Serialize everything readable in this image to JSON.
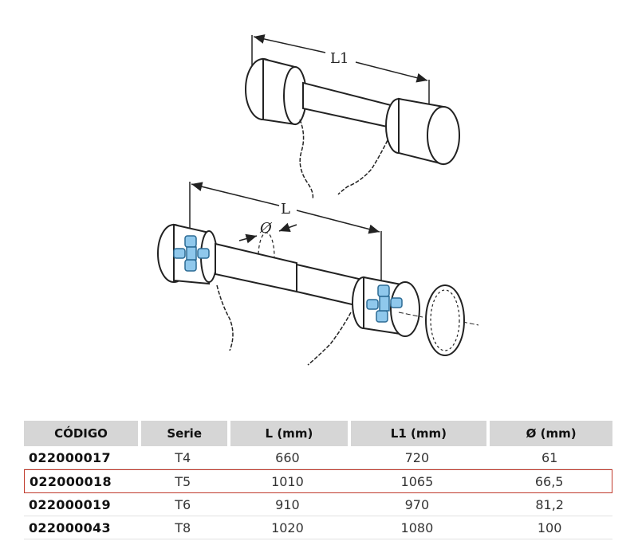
{
  "figure": {
    "top_dimension_label": "L1",
    "bottom_dimension_label": "L",
    "diameter_label": "Ø"
  },
  "table": {
    "headers": [
      "CÓDIGO",
      "Serie",
      "L (mm)",
      "L1 (mm)",
      "Ø (mm)"
    ],
    "rows": [
      {
        "code": "022000017",
        "serie": "T4",
        "l": "660",
        "l1": "720",
        "d": "61"
      },
      {
        "code": "022000018",
        "serie": "T5",
        "l": "1010",
        "l1": "1065",
        "d": "66,5"
      },
      {
        "code": "022000019",
        "serie": "T6",
        "l": "910",
        "l1": "970",
        "d": "81,2"
      },
      {
        "code": "022000043",
        "serie": "T8",
        "l": "1020",
        "l1": "1080",
        "d": "100"
      }
    ],
    "highlight_color": "#c0392b",
    "header_background": "#d6d6d6",
    "joint_color": "#8fc8ec"
  }
}
